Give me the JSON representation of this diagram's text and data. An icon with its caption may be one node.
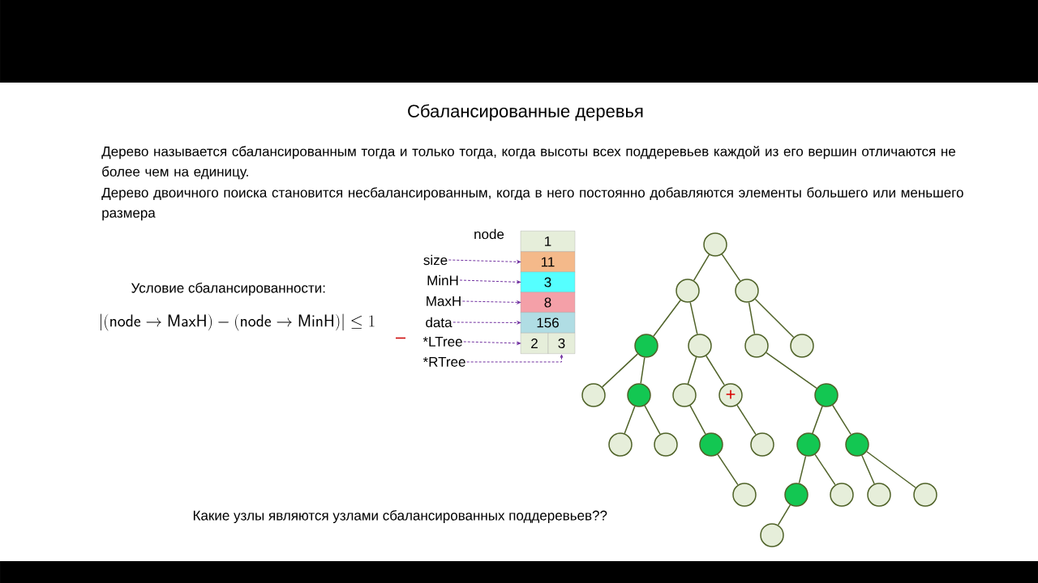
{
  "diagram": {
    "title": "Сбалансированные деревья",
    "nodes": [
      {
        "text": [
          "size"
        ]
      },
      {
        "text": [
          "MinH"
        ]
      },
      {
        "text": [
          "MaxH"
        ]
      },
      {
        "text": [
          "data"
        ]
      },
      {
        "text": [
          "*LTree"
        ]
      },
      {
        "text": [
          "*RTree"
        ]
      },
      {
        "text": [
          "1"
        ]
      },
      {
        "text": [
          "11"
        ]
      },
      {
        "text": [
          "3"
        ]
      },
      {
        "text": [
          "8"
        ]
      },
      {
        "text": [
          "156"
        ]
      },
      {
        "text": [
          "2"
        ]
      },
      {
        "text": [
          "3"
        ]
      },
      {
        "text": [],
        "shape": "circle"
      },
      {
        "text": [],
        "shape": "circle"
      },
      {
        "text": [],
        "shape": "circle"
      },
      {
        "text": [],
        "shape": "circle"
      },
      {
        "text": [],
        "shape": "circle"
      },
      {
        "text": [],
        "shape": "circle"
      },
      {
        "text": [],
        "shape": "circle"
      },
      {
        "text": [],
        "shape": "circle"
      },
      {
        "text": [],
        "shape": "circle"
      },
      {
        "text": [],
        "shape": "circle"
      },
      {
        "text": [
          "+"
        ]
      },
      {
        "text": [],
        "shape": "circle"
      },
      {
        "text": [],
        "shape": "circle"
      },
      {
        "text": [],
        "shape": "circle"
      },
      {
        "text": [],
        "shape": "circle"
      },
      {
        "text": [],
        "shape": "circle"
      },
      {
        "text": [],
        "shape": "circle"
      },
      {
        "text": [],
        "shape": "circle"
      },
      {
        "text": [],
        "shape": "circle"
      },
      {
        "text": [],
        "shape": "circle"
      },
      {
        "text": [],
        "shape": "circle"
      },
      {
        "text": [],
        "shape": "circle"
      },
      {
        "text": [],
        "shape": "circle"
      },
      {
        "text": [],
        "shape": "circle"
      }
    ],
    "edges": [
      {
        "from": 0,
        "to": 7,
        "arrow": "to",
        "style": "dashed",
        "color": "#7030a0"
      },
      {
        "from": 1,
        "to": 8,
        "arrow": "to",
        "style": "dashed",
        "color": "#7030a0"
      },
      {
        "from": 2,
        "to": 9,
        "arrow": "to",
        "style": "dashed",
        "color": "#7030a0"
      },
      {
        "from": 3,
        "to": 10,
        "arrow": "to",
        "style": "dashed",
        "color": "#7030a0"
      },
      {
        "from": 4,
        "to": 11,
        "arrow": "to",
        "style": "dashed",
        "color": "#7030a0"
      },
      {
        "from": 5,
        "to": 12,
        "arrow": "to",
        "style": "dashed",
        "color": "#7030a0"
      },
      {
        "from": 13,
        "to": 14,
        "arrow": "none"
      },
      {
        "from": 13,
        "to": 15,
        "arrow": "none"
      },
      {
        "from": 14,
        "to": 16,
        "arrow": "none"
      },
      {
        "from": 14,
        "to": 17,
        "arrow": "none"
      },
      {
        "from": 15,
        "to": 18,
        "arrow": "none"
      },
      {
        "from": 15,
        "to": 19,
        "arrow": "none"
      },
      {
        "from": 16,
        "to": 20,
        "arrow": "none"
      },
      {
        "from": 16,
        "to": 21,
        "arrow": "none"
      },
      {
        "from": 17,
        "to": 22,
        "arrow": "none"
      },
      {
        "from": 17,
        "to": 23,
        "arrow": "none"
      },
      {
        "from": 18,
        "to": 24,
        "arrow": "none"
      },
      {
        "from": 21,
        "to": 25,
        "arrow": "none"
      },
      {
        "from": 21,
        "to": 26,
        "arrow": "none"
      },
      {
        "from": 22,
        "to": 27,
        "arrow": "none"
      },
      {
        "from": 23,
        "to": 28,
        "arrow": "none"
      },
      {
        "from": 24,
        "to": 29,
        "arrow": "none"
      },
      {
        "from": 24,
        "to": 30,
        "arrow": "none"
      },
      {
        "from": 27,
        "to": 31,
        "arrow": "none"
      },
      {
        "from": 29,
        "to": 32,
        "arrow": "none"
      },
      {
        "from": 29,
        "to": 33,
        "arrow": "none"
      },
      {
        "from": 30,
        "to": 34,
        "arrow": "none"
      },
      {
        "from": 30,
        "to": 35,
        "arrow": "none"
      },
      {
        "from": 32,
        "to": 36,
        "arrow": "none"
      }
    ],
    "labels": [
      "Дерево  называется сбалансированным тогда и только тогда, когда высоты всех поддеревьев каждой из его вершин отличаются не более чем на единицу.",
      "Дерево двоичного поиска становится несбалансированным, когда в него постоянно добавляются элементы большего или меньшего размера",
      "node",
      "Условие сбалансированности:",
      "|(\\mathsf{node} \\to \\mathsf{MaxH}) - (\\mathsf{node} \\to \\mathsf{MinH})| \\leq 1",
      "Какие узлы являются узлами сбалансированных поддеревьев??"
    ]
  }
}
